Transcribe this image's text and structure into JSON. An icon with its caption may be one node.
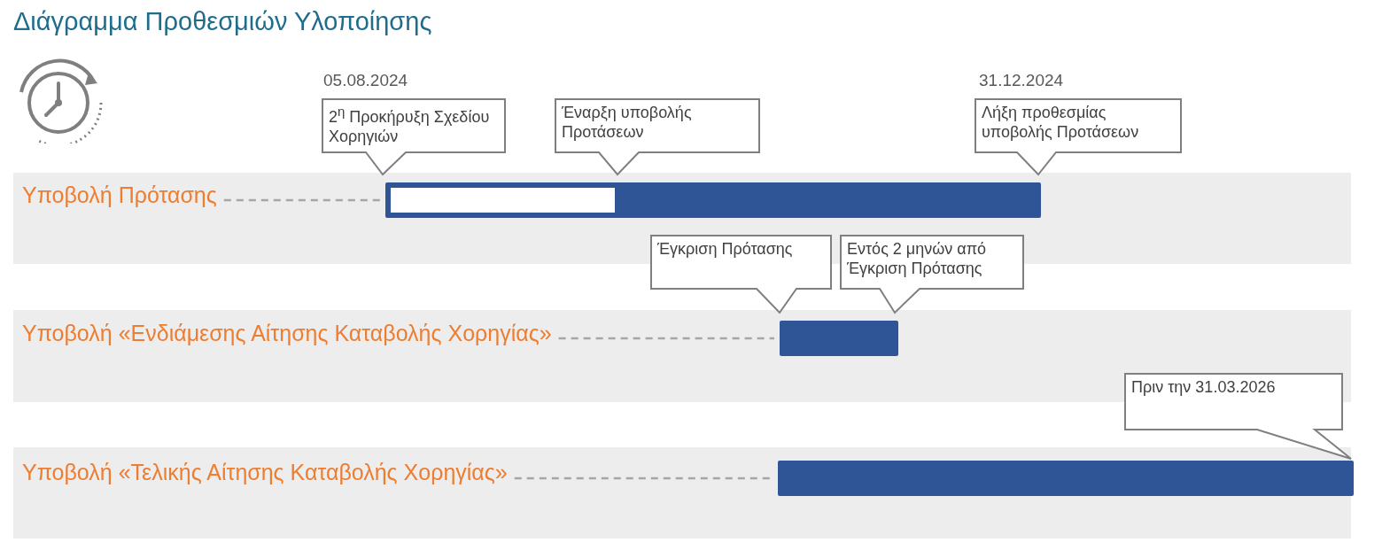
{
  "diagram": {
    "title": "Διάγραμμα Προθεσμιών Υλοποίησης",
    "nodes": [
      {
        "text": [],
        "shape": "band"
      },
      {
        "text": [
          "Υποβολή Πρότασης"
        ],
        "in": 0
      },
      {
        "text": [],
        "shape": "bar",
        "in": 0
      },
      {
        "text": [],
        "shape": "band"
      },
      {
        "text": [
          "Υποβολή «Ενδιάμεσης Αίτησης Καταβολής Χορηγίας»"
        ],
        "in": 3
      },
      {
        "text": [],
        "shape": "bar",
        "in": 3
      },
      {
        "text": [],
        "shape": "band"
      },
      {
        "text": [
          "Υποβολή «Τελικής Αίτησης Καταβολής Χορηγίας»"
        ],
        "in": 6
      },
      {
        "text": [],
        "shape": "bar",
        "in": 6
      },
      {
        "text": [
          "2$^{η}$ Προκήρυξη Σχεδίου Χορηγιών"
        ],
        "beside": [
          "05.08.2024"
        ]
      },
      {
        "text": [
          "Έναρξη υποβολής Προτάσεων"
        ]
      },
      {
        "text": [
          "Λήξη προθεσμίας υποβολής Προτάσεων"
        ],
        "beside": [
          "31.12.2024"
        ]
      },
      {
        "text": [
          "Έγκριση Πρότασης"
        ]
      },
      {
        "text": [
          "Εντός 2 μηνών από Έγκριση Πρότασης"
        ]
      },
      {
        "text": [
          "Πριν την 31.03.2026"
        ]
      }
    ],
    "edges": [
      {
        "from": 1,
        "to": 2,
        "arrow": "none",
        "style": "dashed"
      },
      {
        "from": 4,
        "to": 5,
        "arrow": "none",
        "style": "dashed"
      },
      {
        "from": 7,
        "to": 8,
        "arrow": "none",
        "style": "dashed"
      }
    ]
  }
}
